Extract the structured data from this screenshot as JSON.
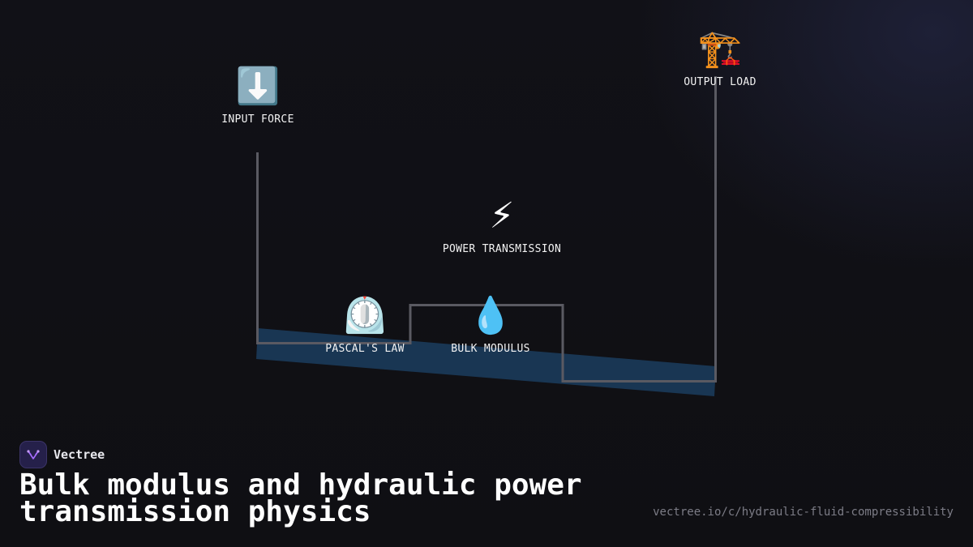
{
  "diagram": {
    "nodes": [
      {
        "id": "input-force",
        "icon": "⬇️",
        "icon_name": "down-arrow-icon",
        "label": "INPUT FORCE"
      },
      {
        "id": "output-load",
        "icon": "🏗️",
        "icon_name": "crane-icon",
        "label": "OUTPUT LOAD"
      },
      {
        "id": "power-transmission",
        "icon": "⚡",
        "icon_name": "lightning-icon",
        "label": "POWER TRANSMISSION"
      },
      {
        "id": "pascals-law",
        "icon": "⏲️",
        "icon_name": "timer-gauge-icon",
        "label": "PASCAL'S LAW"
      },
      {
        "id": "bulk-modulus",
        "icon": "💧",
        "icon_name": "droplet-icon",
        "label": "BULK MODULUS"
      }
    ],
    "colors": {
      "connector": "#5a5a62",
      "fluid_band": "#1b3d5e"
    }
  },
  "brand": {
    "name": "Vectree",
    "logo_icon": "vectree-logo-icon",
    "accent": "#a66cff"
  },
  "title": "Bulk modulus and hydraulic power transmission physics",
  "url": "vectree.io/c/hydraulic-fluid-compressibility"
}
